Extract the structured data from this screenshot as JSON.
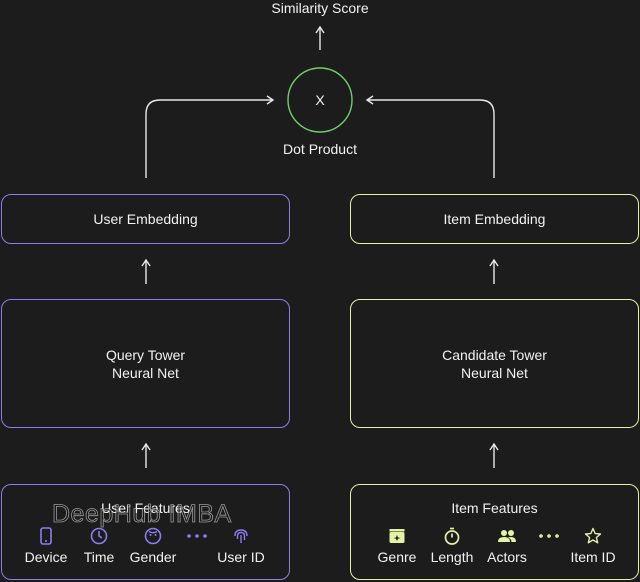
{
  "output": {
    "label": "Similarity Score"
  },
  "dot": {
    "symbol": "X",
    "label": "Dot Product"
  },
  "user": {
    "embedding": "User Embedding",
    "tower_line1": "Query Tower",
    "tower_line2": "Neural Net",
    "features_title": "User Features",
    "features": [
      {
        "label": "Device",
        "icon": "phone-icon"
      },
      {
        "label": "Time",
        "icon": "clock-icon"
      },
      {
        "label": "Gender",
        "icon": "face-icon"
      },
      {
        "label": "",
        "icon": "ellipsis-icon"
      },
      {
        "label": "User ID",
        "icon": "fingerprint-icon"
      }
    ]
  },
  "item": {
    "embedding": "Item Embedding",
    "tower_line1": "Candidate Tower",
    "tower_line2": "Neural Net",
    "features_title": "Item Features",
    "features": [
      {
        "label": "Genre",
        "icon": "clapperboard-icon"
      },
      {
        "label": "Length",
        "icon": "stopwatch-icon"
      },
      {
        "label": "Actors",
        "icon": "people-icon"
      },
      {
        "label": "",
        "icon": "ellipsis-icon"
      },
      {
        "label": "Item ID",
        "icon": "star-icon"
      }
    ]
  },
  "watermark": "DeepHub IMBA",
  "colors": {
    "background": "#1c1c1c",
    "user_accent": "#8b7cf0",
    "item_accent": "#e4f2a6",
    "circle": "#6fcf67",
    "text": "#f2f2f2"
  }
}
